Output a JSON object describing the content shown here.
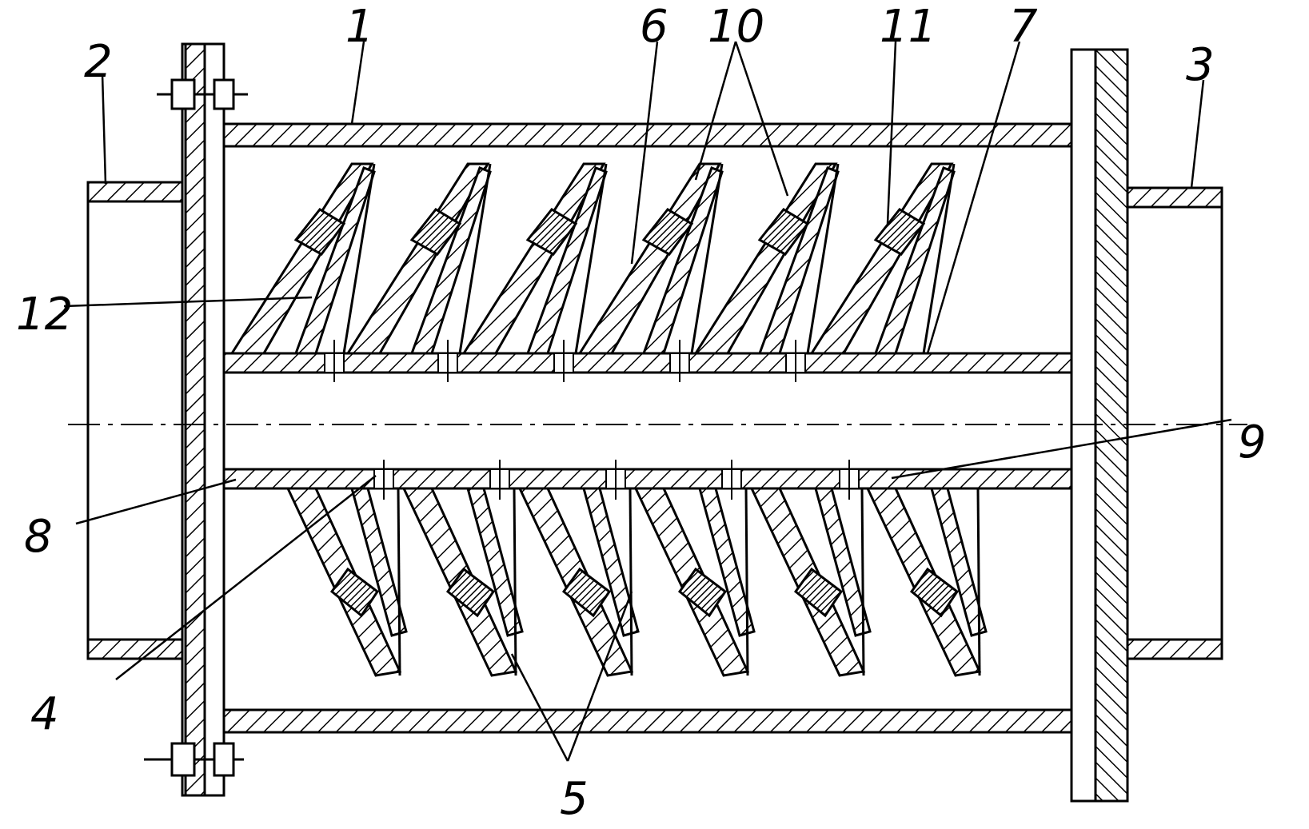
{
  "diagram": {
    "labels": [
      {
        "id": "1",
        "text": "1"
      },
      {
        "id": "2",
        "text": "2"
      },
      {
        "id": "3",
        "text": "3"
      },
      {
        "id": "4",
        "text": "4"
      },
      {
        "id": "5",
        "text": "5"
      },
      {
        "id": "6",
        "text": "6"
      },
      {
        "id": "7",
        "text": "7"
      },
      {
        "id": "8",
        "text": "8"
      },
      {
        "id": "9",
        "text": "9"
      },
      {
        "id": "10",
        "text": "10"
      },
      {
        "id": "11",
        "text": "11"
      },
      {
        "id": "12",
        "text": "12"
      }
    ]
  },
  "colors": {
    "ink": "#000000",
    "paper": "#ffffff"
  }
}
